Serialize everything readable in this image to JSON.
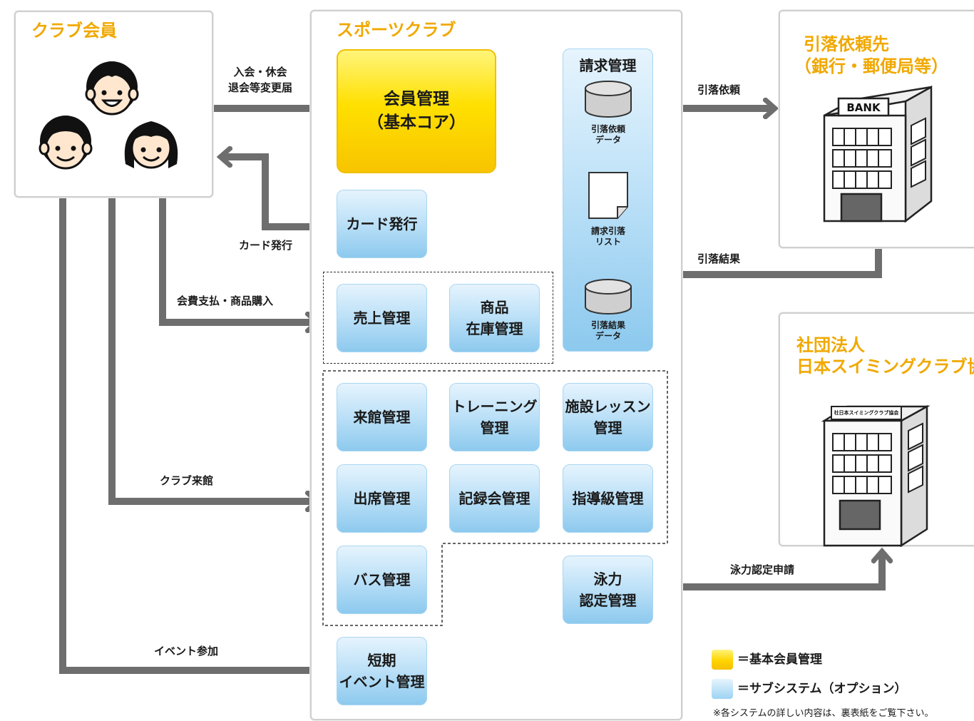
{
  "members": {
    "title": "クラブ会員"
  },
  "club": {
    "title": "スポーツクラブ"
  },
  "bank_party": {
    "title_line1": "引落依頼先",
    "title_line2": "（銀行・郵便局等）",
    "sign": "BANK"
  },
  "association": {
    "title_line1": "社団法人",
    "title_line2": "日本スイミングクラブ協会",
    "sign": "社日本スイミングクラブ協会"
  },
  "core": {
    "line1": "会員管理",
    "line2": "（基本コア）"
  },
  "billing": {
    "title": "請求管理",
    "db1": "引落依頼\nデータ",
    "doc": "請求引落\nリスト",
    "db2": "引落結果\nデータ"
  },
  "modules": {
    "card": "カード発行",
    "sales": "売上管理",
    "inventory_l1": "商品",
    "inventory_l2": "在庫管理",
    "visit": "来館管理",
    "training_l1": "トレーニング",
    "training_l2": "管理",
    "lesson_l1": "施設レッスン",
    "lesson_l2": "管理",
    "attendance": "出席管理",
    "record": "記録会管理",
    "coach_grade": "指導級管理",
    "bus": "バス管理",
    "swim_l1": "泳力",
    "swim_l2": "認定管理",
    "event_l1": "短期",
    "event_l2": "イベント管理"
  },
  "arrows": {
    "join_l1": "入会・休会",
    "join_l2": "退会等変更届",
    "card": "カード発行",
    "payment": "会費支払・商品購入",
    "visit": "クラブ来館",
    "event": "イベント参加",
    "debit_request": "引落依頼",
    "debit_result": "引落結果",
    "swim_cert": "泳力認定申請"
  },
  "legend": {
    "core": "＝基本会員管理",
    "sub": "＝サブシステム（オプション）",
    "core_color": "#ffd400",
    "sub_color": "#9dd3f3"
  },
  "footnote": "※各システムの詳しい内容は、裏表紙をご覧下さい。"
}
